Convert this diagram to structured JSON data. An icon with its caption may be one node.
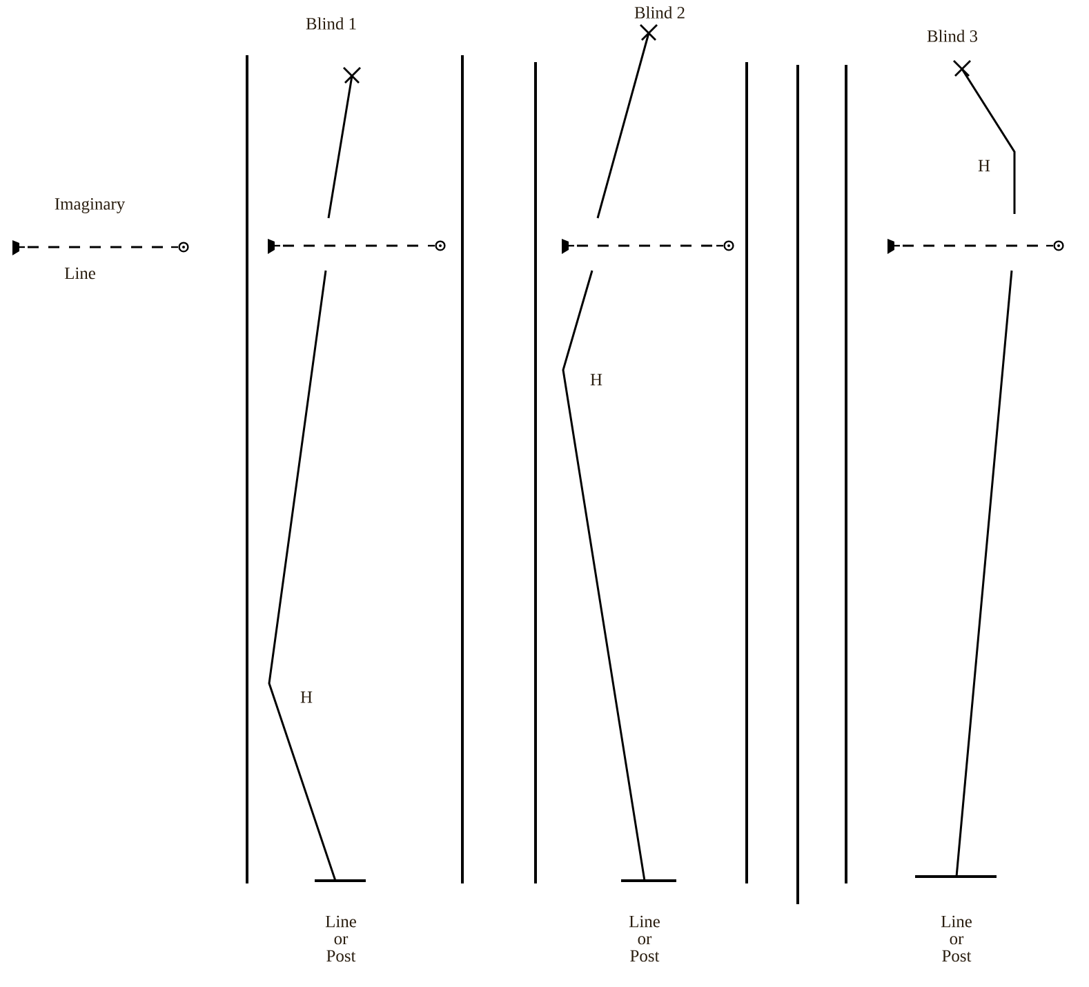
{
  "diagram": {
    "labels": [
      "Blind 1",
      "Blind 2",
      "Blind 3",
      "Imaginary",
      "H",
      "Line",
      "H",
      "H",
      "Line or Post",
      "Line or Post",
      "Line or Post"
    ]
  }
}
